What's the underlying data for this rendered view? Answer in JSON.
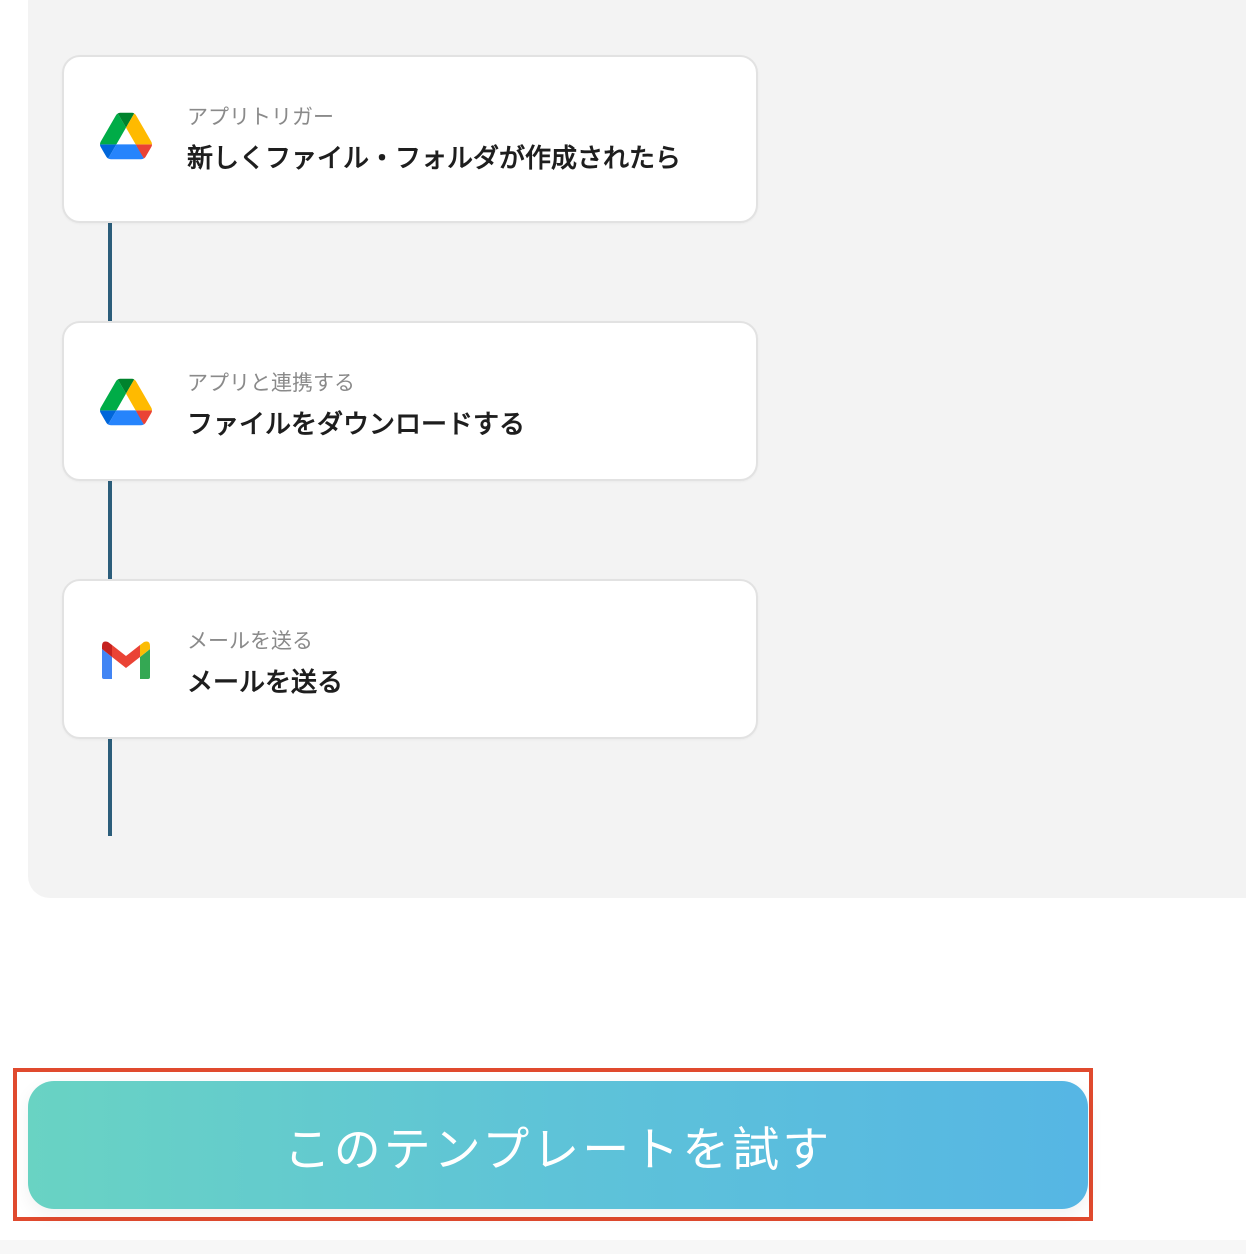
{
  "flow": {
    "steps": [
      {
        "icon": "google-drive-icon",
        "subtitle": "アプリトリガー",
        "title": "新しくファイル・フォルダが作成されたら"
      },
      {
        "icon": "google-drive-icon",
        "subtitle": "アプリと連携する",
        "title": "ファイルをダウンロードする"
      },
      {
        "icon": "gmail-icon",
        "subtitle": "メールを送る",
        "title": "メールを送る"
      }
    ]
  },
  "cta": {
    "label": "このテンプレートを試す"
  },
  "colors": {
    "panel_background": "#f3f3f3",
    "connector": "#2b5d7a",
    "highlight_border": "#e04a2e",
    "button_gradient_start": "#69d3c3",
    "button_gradient_end": "#56b6e4"
  }
}
